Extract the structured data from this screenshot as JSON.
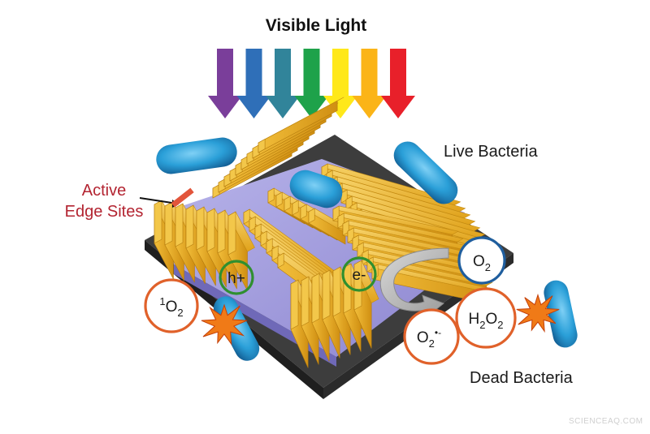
{
  "title": "Visible Light",
  "light_arrows": [
    "#7a3e9a",
    "#2f6fb8",
    "#31849a",
    "#1ea24a",
    "#ffe81a",
    "#fbb417",
    "#e8202a"
  ],
  "labels": {
    "active_line1": "Active",
    "active_line2": "Edge Sites",
    "live": "Live Bacteria",
    "dead": "Dead Bacteria"
  },
  "species": {
    "hole": "h+",
    "electron": "e-",
    "oxygen": {
      "base": "O",
      "sub": "2"
    },
    "singlet": {
      "sup": "1",
      "base": "O",
      "sub": "2"
    },
    "peroxide": {
      "h": "H",
      "h_sub": "2",
      "o": "O",
      "o_sub": "2"
    },
    "superoxide": {
      "base": "O",
      "sub": "2",
      "sup": "•-"
    }
  },
  "colors": {
    "orange_circle": "#e0612a",
    "blue_circle": "#1f5e9e",
    "green_circle": "#2f8f2f",
    "label_red": "#b32431",
    "bacteria": "#2a9fd8"
  },
  "watermark": "SCIENCEAQ.COM"
}
